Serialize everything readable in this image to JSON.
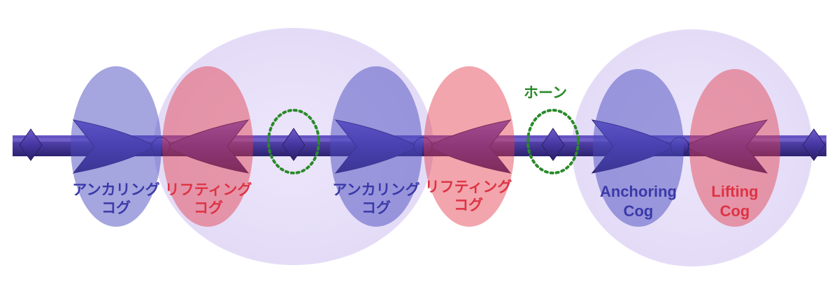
{
  "colors": {
    "anchoring": "#3a3aa8",
    "lifting": "#dd3344",
    "horn": "#2a8a2a",
    "halo": "#e9e3fa",
    "shaft": "#4a3a9e"
  },
  "labels": {
    "anchoring_1": {
      "line1": "アンカリング",
      "line2": "コグ"
    },
    "lifting_1": {
      "line1": "リフティング",
      "line2": "コグ"
    },
    "anchoring_2": {
      "line1": "アンカリング",
      "line2": "コグ"
    },
    "lifting_2": {
      "line1": "リフティング",
      "line2": "コグ"
    },
    "anchoring_3": {
      "line1": "Anchoring",
      "line2": "Cog"
    },
    "lifting_3": {
      "line1": "Lifting",
      "line2": "Cog"
    },
    "horn": "ホーン"
  }
}
